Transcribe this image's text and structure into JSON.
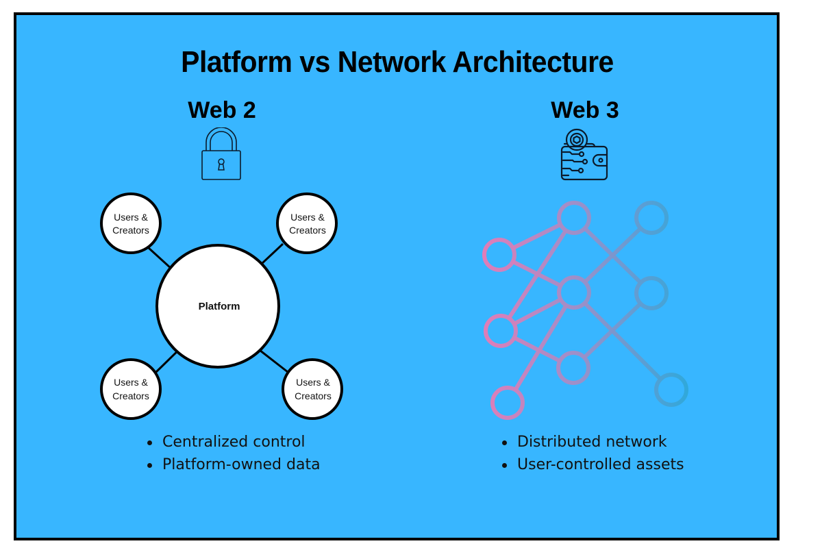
{
  "title": "Platform vs Network Architecture",
  "colors": {
    "background": "#38B6FF",
    "border": "#000000",
    "node_fill": "#FFFFFF",
    "stroke": "#000000",
    "network_gradient_start": "#F277B1",
    "network_gradient_mid": "#A78CC4",
    "network_gradient_end": "#2BA8D8"
  },
  "web2": {
    "heading": "Web 2",
    "icon": "padlock-icon",
    "center_node": "Platform",
    "outer_nodes": [
      {
        "label_line1": "Users &",
        "label_line2": "Creators"
      },
      {
        "label_line1": "Users &",
        "label_line2": "Creators"
      },
      {
        "label_line1": "Users &",
        "label_line2": "Creators"
      },
      {
        "label_line1": "Users &",
        "label_line2": "Creators"
      }
    ],
    "bullets": [
      "Centralized control",
      "Platform-owned data"
    ]
  },
  "web3": {
    "heading": "Web 3",
    "icon": "crypto-wallet-icon",
    "network_node_count": 9,
    "network_edge_count": 10,
    "bullets": [
      "Distributed network",
      "User-controlled assets"
    ]
  }
}
